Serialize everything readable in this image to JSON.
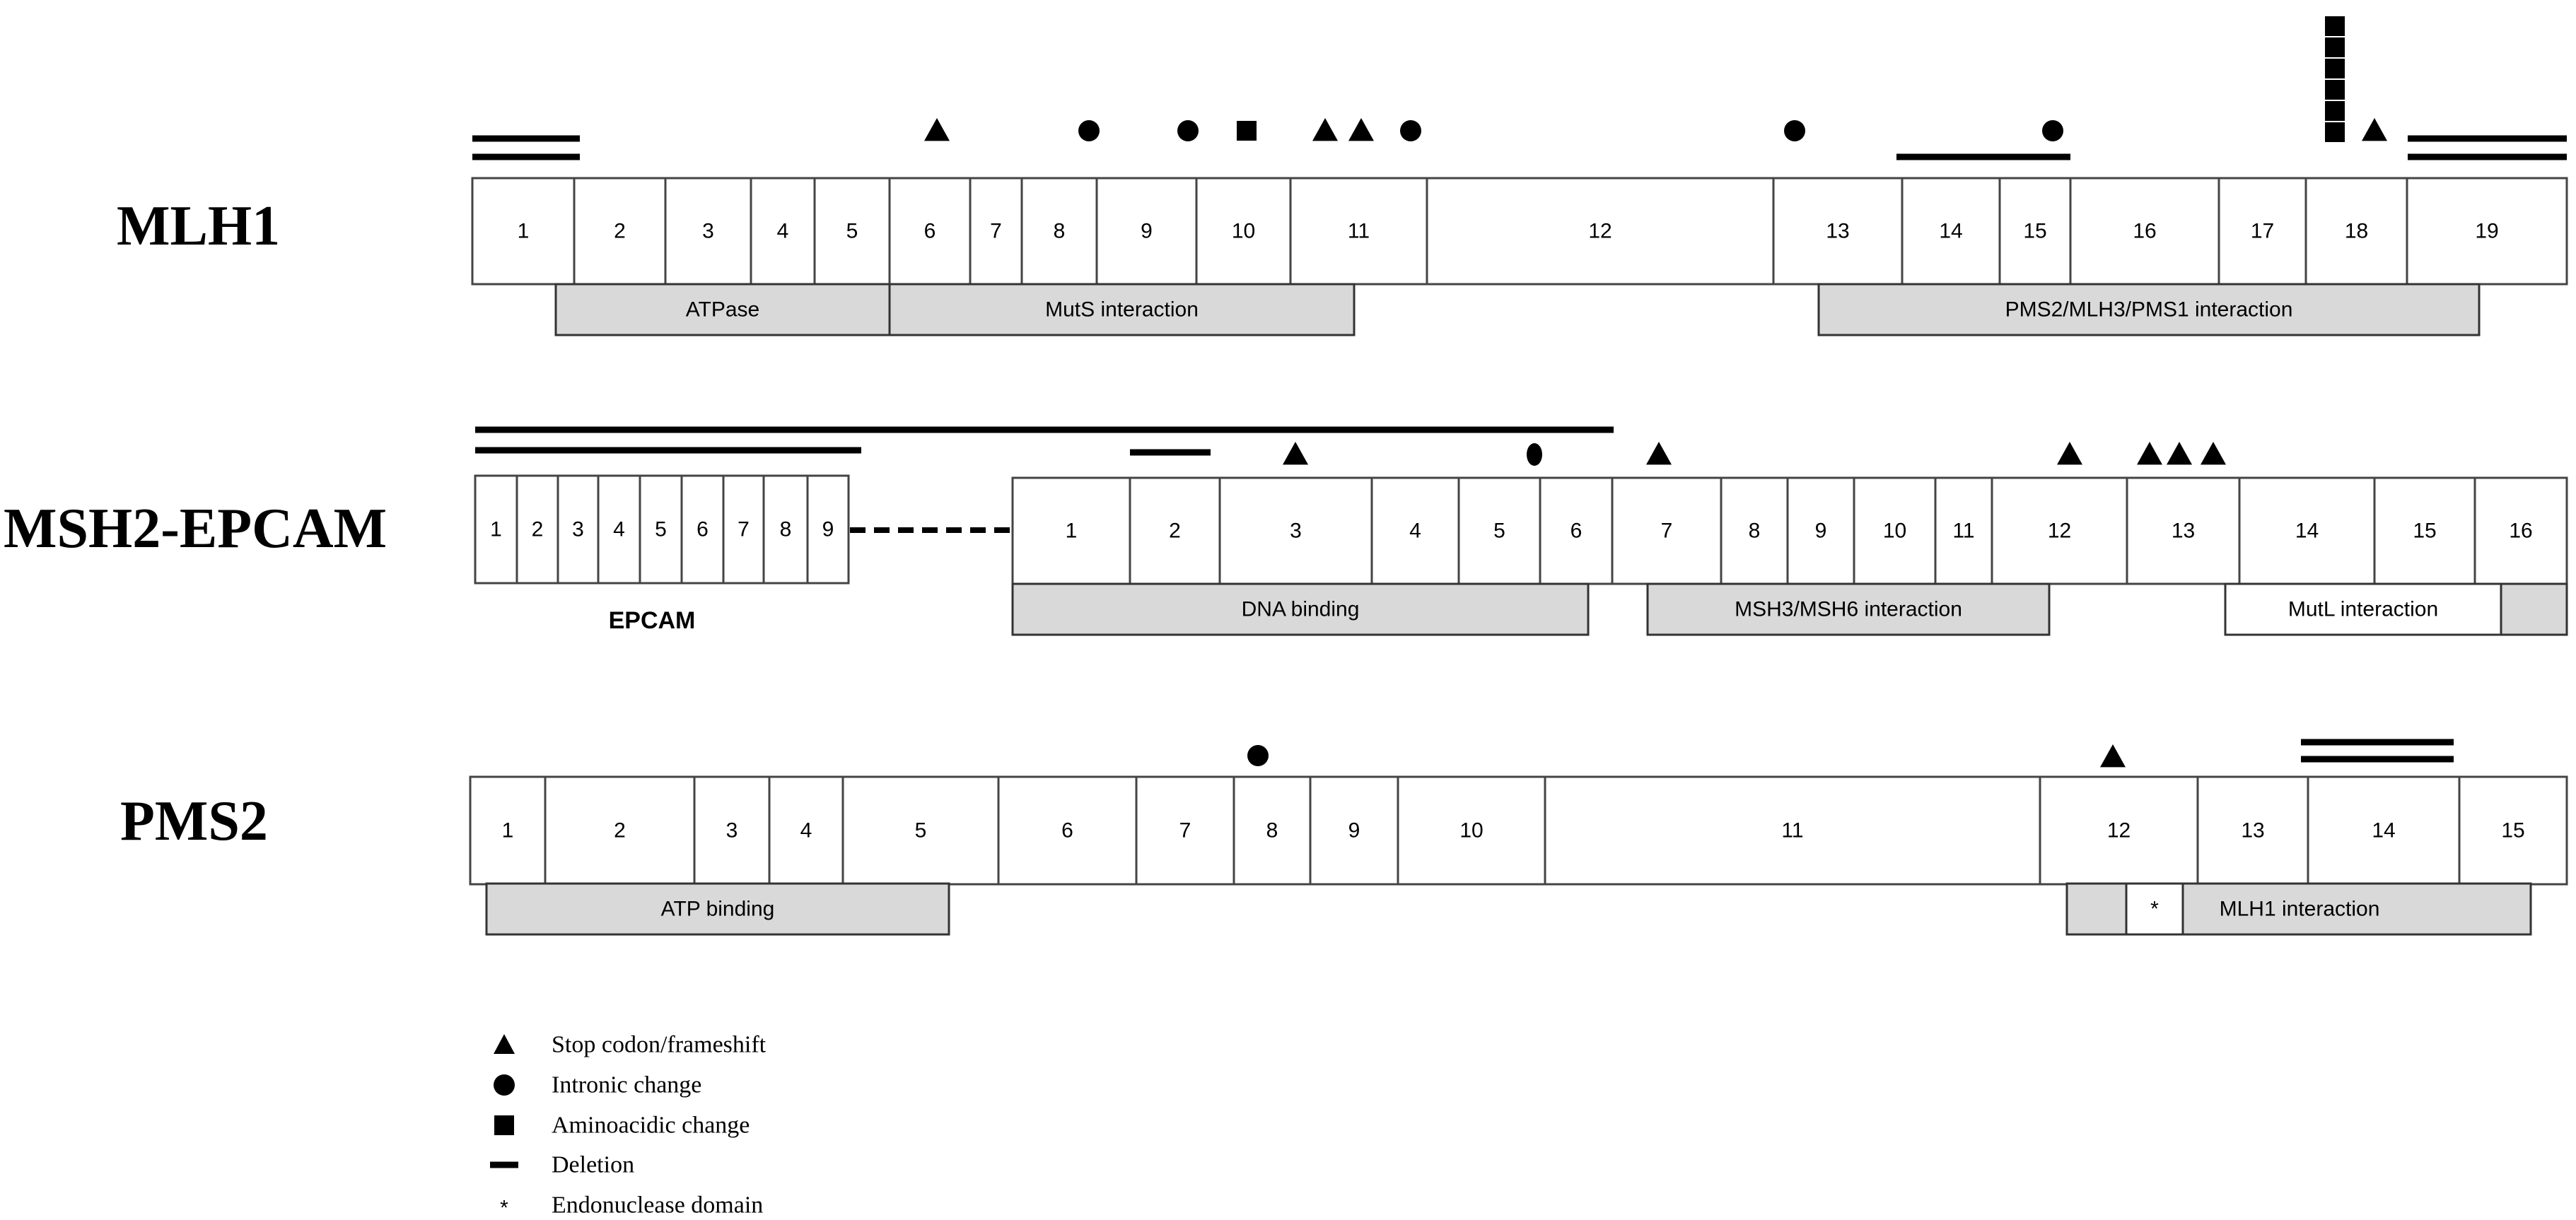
{
  "genes": [
    {
      "id": "mlh1",
      "title": "MLH1",
      "exons": [
        "1",
        "2",
        "3",
        "4",
        "5",
        "6",
        "7",
        "8",
        "9",
        "10",
        "11",
        "12",
        "13",
        "14",
        "15",
        "16",
        "17",
        "18",
        "19"
      ],
      "domains": [
        {
          "label": "ATPase"
        },
        {
          "label": "MutS interaction"
        },
        {
          "label": "PMS2/MLH3/PMS1 interaction"
        }
      ],
      "variants": [
        {
          "type": "stop",
          "exon": "6"
        },
        {
          "type": "intronic",
          "exon": "8"
        },
        {
          "type": "intronic",
          "exon": "9"
        },
        {
          "type": "amino",
          "exon": "10"
        },
        {
          "type": "stop",
          "exon": "11"
        },
        {
          "type": "stop",
          "exon": "11"
        },
        {
          "type": "intronic",
          "exon": "11"
        },
        {
          "type": "intronic",
          "exon": "13"
        },
        {
          "type": "intronic",
          "exon": "15"
        },
        {
          "type": "amino",
          "exon": "18",
          "count": 6
        },
        {
          "type": "stop",
          "exon": "18"
        },
        {
          "type": "deletion",
          "exons": [
            "1"
          ],
          "count": 2
        },
        {
          "type": "deletion",
          "exons": [
            "14",
            "15"
          ],
          "count": 1
        },
        {
          "type": "deletion",
          "exons": [
            "19"
          ],
          "count": 2
        }
      ]
    },
    {
      "id": "msh2",
      "title": "MSH2-EPCAM",
      "epcam_exons": [
        "1",
        "2",
        "3",
        "4",
        "5",
        "6",
        "7",
        "8",
        "9"
      ],
      "epcam_label": "EPCAM",
      "exons": [
        "1",
        "2",
        "3",
        "4",
        "5",
        "6",
        "7",
        "8",
        "9",
        "10",
        "11",
        "12",
        "13",
        "14",
        "15",
        "16"
      ],
      "domains": [
        {
          "label": "DNA binding"
        },
        {
          "label": "MSH3/MSH6 interaction"
        },
        {
          "label": "MutL interaction"
        }
      ],
      "variants": [
        {
          "type": "stop",
          "exon": "3"
        },
        {
          "type": "intronic",
          "exon": "5-6"
        },
        {
          "type": "stop",
          "exon": "7"
        },
        {
          "type": "stop",
          "exon": "12"
        },
        {
          "type": "stop",
          "exon": "13"
        },
        {
          "type": "stop",
          "exon": "13"
        },
        {
          "type": "stop",
          "exon": "13"
        },
        {
          "type": "deletion",
          "exons": [
            "EPCAM 1-9",
            "MSH2 1-6"
          ],
          "count": 1
        },
        {
          "type": "deletion",
          "exons": [
            "EPCAM 1-9"
          ],
          "count": 1
        },
        {
          "type": "deletion",
          "exons": [
            "2"
          ],
          "count": 1
        }
      ]
    },
    {
      "id": "pms2",
      "title": "PMS2",
      "exons": [
        "1",
        "2",
        "3",
        "4",
        "5",
        "6",
        "7",
        "8",
        "9",
        "10",
        "11",
        "12",
        "13",
        "14",
        "15"
      ],
      "domains": [
        {
          "label": "ATP binding"
        },
        {
          "label": "MLH1 interaction"
        }
      ],
      "endonuclease_mark": "*",
      "variants": [
        {
          "type": "intronic",
          "exon": "8"
        },
        {
          "type": "stop",
          "exon": "12"
        },
        {
          "type": "deletion",
          "exons": [
            "14"
          ],
          "count": 2
        }
      ]
    }
  ],
  "legend": [
    {
      "symbol": "triangle",
      "label": "Stop codon/frameshift"
    },
    {
      "symbol": "circle",
      "label": "Intronic change"
    },
    {
      "symbol": "square",
      "label": "Aminoacidic change"
    },
    {
      "symbol": "line",
      "label": "Deletion"
    },
    {
      "symbol": "asterisk",
      "label": "Endonuclease domain"
    }
  ]
}
